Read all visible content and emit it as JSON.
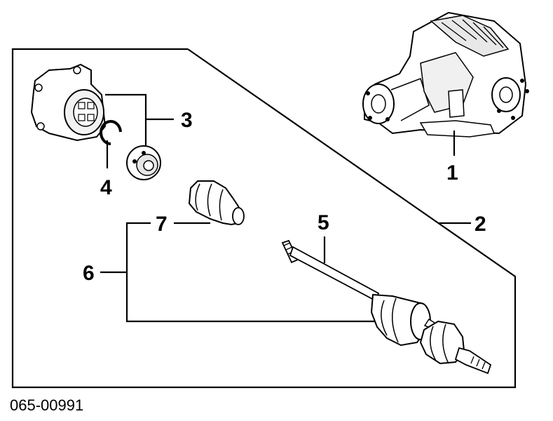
{
  "diagram": {
    "callouts": {
      "c1": "1",
      "c2": "2",
      "c3": "3",
      "c4": "4",
      "c5": "5",
      "c6": "6",
      "c7": "7"
    },
    "part_number": "065-00991"
  }
}
